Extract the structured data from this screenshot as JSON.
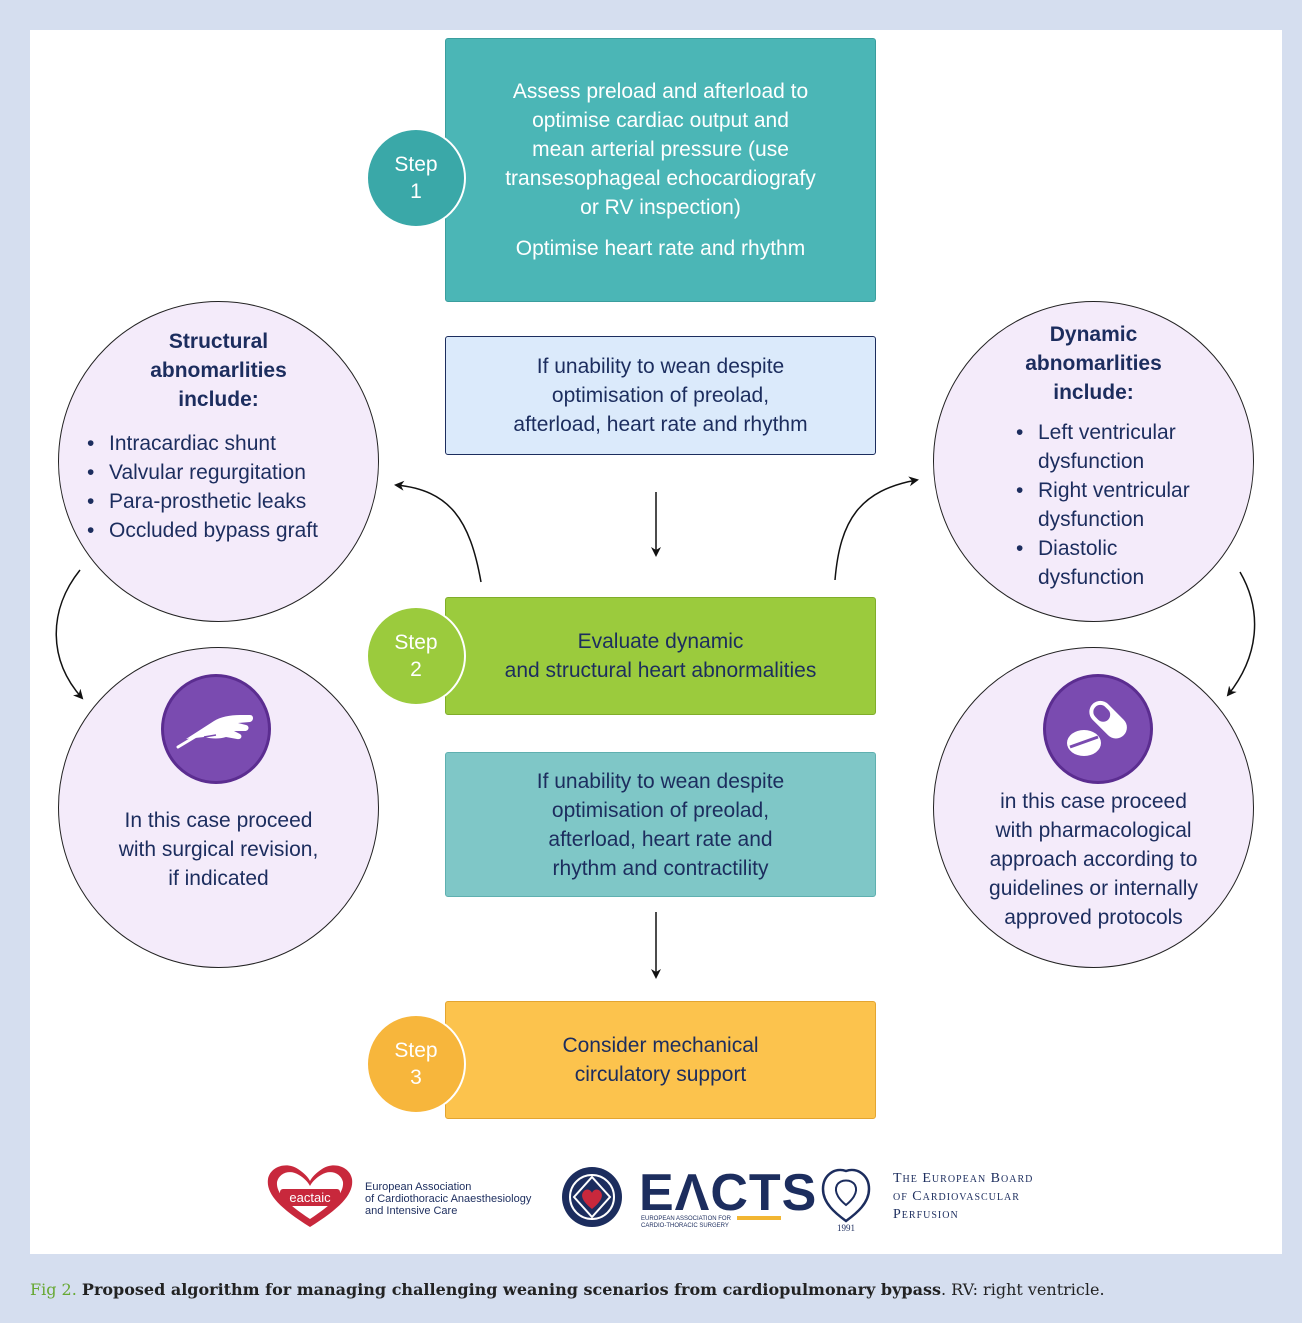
{
  "step1": {
    "badge_label": "Step",
    "badge_number": "1",
    "text_lines": [
      "Assess preload and afterload to",
      "optimise cardiac output and",
      "mean arterial pressure (use",
      "transesophageal echocardiografy",
      "or RV inspection)"
    ],
    "text2": "Optimise heart rate and rhythm"
  },
  "condition1": {
    "text_lines": [
      "If unability to wean despite",
      "optimisation of preolad,",
      "afterload, heart rate and rhythm"
    ]
  },
  "step2": {
    "badge_label": "Step",
    "badge_number": "2",
    "text_lines": [
      "Evaluate dynamic",
      "and structural heart abnormalities"
    ]
  },
  "condition2": {
    "text_lines": [
      "If unability to wean despite",
      "optimisation of preolad,",
      "afterload, heart rate and",
      "rhythm and contractility"
    ]
  },
  "step3": {
    "badge_label": "Step",
    "badge_number": "3",
    "text_lines": [
      "Consider mechanical",
      "circulatory support"
    ]
  },
  "structural": {
    "heading_lines": [
      "Structural",
      "abnomarlities",
      "include:"
    ],
    "items": [
      "Intracardiac shunt",
      "Valvular regurgitation",
      "Para-prosthetic leaks",
      "Occluded bypass graft"
    ]
  },
  "dynamic": {
    "heading_lines": [
      "Dynamic",
      "abnomarlities",
      "include:"
    ],
    "items": [
      {
        "line1": "Left ventricular",
        "line2": "dysfunction"
      },
      {
        "line1": "Right ventricular",
        "line2": "dysfunction"
      },
      {
        "line1": "Diastolic",
        "line2": "dysfunction"
      }
    ]
  },
  "surgical": {
    "icon": "scalpel-hand-icon",
    "text_lines": [
      "In this case proceed",
      "with surgical revision,",
      "if indicated"
    ]
  },
  "pharma": {
    "icon": "pills-icon",
    "text_lines": [
      "in this case proceed",
      "with pharmacological",
      "approach according to",
      "guidelines or internally",
      "approved protocols"
    ]
  },
  "logos": {
    "eactaic_mark": "eactaic",
    "eactaic_lines": [
      "European Association",
      "of Cardiothoracic Anaesthesiology",
      "and Intensive Care"
    ],
    "eacts_word": "EΛCTS",
    "eacts_sub_lines": [
      "EUROPEAN ASSOCIATION FOR",
      "CARDIO-THORACIC SURGERY"
    ],
    "board_year": "1991",
    "board_lines": [
      "The European Board",
      "of Cardiovascular",
      "Perfusion"
    ]
  },
  "caption": {
    "number": "Fig 2.",
    "title": "Proposed algorithm for managing challenging weaning scenarios from cardiopulmonary bypass",
    "rest": ". RV: right ventricle."
  },
  "colors": {
    "step1": "#4bb6b6",
    "step2": "#9bcb3d",
    "step3": "#fcc34d",
    "condition1": "#dbeafb",
    "condition2": "#7fc7c7",
    "circle_fill": "#f4ebfa",
    "icon_disc": "#7a4bb0",
    "navy_text": "#1c2d5e",
    "background": "#d5deef"
  }
}
